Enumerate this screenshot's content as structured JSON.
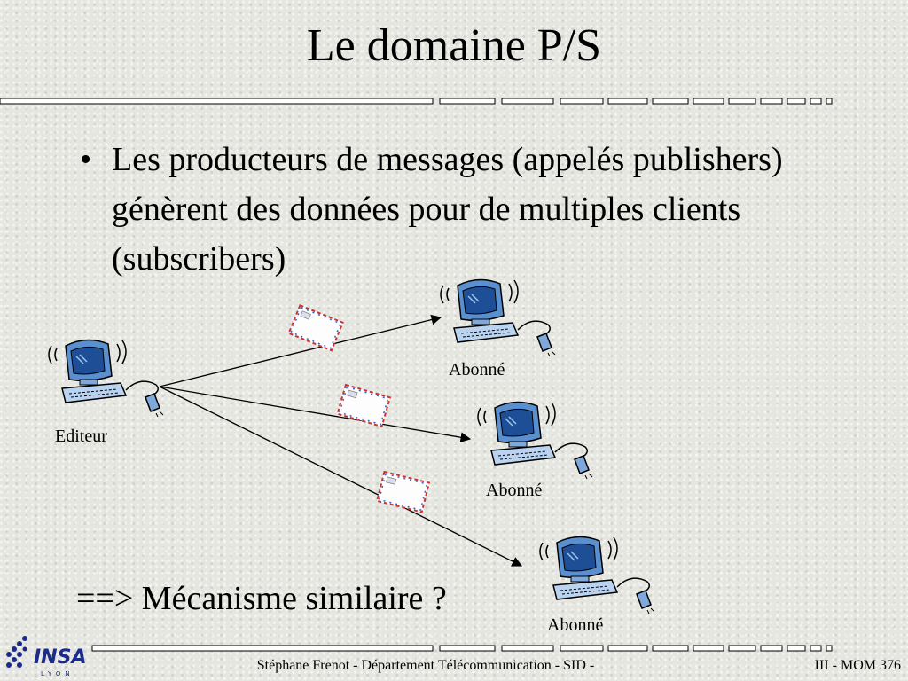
{
  "title": "Le domaine P/S",
  "bullet": {
    "marker": "•",
    "text": "Les producteurs de messages (appelés publishers) génèrent des données pour de multiples clients (subscribers)"
  },
  "diagram": {
    "publisher_label": "Editeur",
    "subscriber_labels": [
      "Abonné",
      "Abonné",
      "Abonné"
    ]
  },
  "conclusion": "==> Mécanisme similaire ?",
  "footer": {
    "center": "Stéphane Frenot - Département Télécommunication - SID -",
    "right": "III - MOM 376"
  },
  "logo": {
    "name": "INSA",
    "sub": "LYON"
  }
}
